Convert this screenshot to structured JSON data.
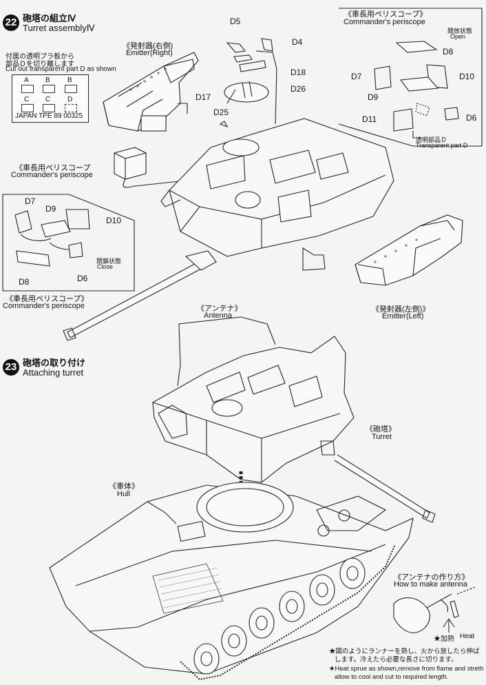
{
  "step22": {
    "number": "22",
    "title_jp": "砲塔の組立Ⅳ",
    "title_en": "Turret assemblyⅣ",
    "cut_note_jp1": "付属の透明プラ板から",
    "cut_note_jp2": "部品Ｄを切り離します",
    "cut_note_en": "Cut out transparent part D as shown",
    "sheet_cells": [
      "A",
      "B",
      "B",
      "C",
      "C",
      "D"
    ],
    "sheet_code": "JAPAN TPE 89 00325",
    "emitter_right_jp": "《発射器(右側)",
    "emitter_right_en": "Emitter(Right)",
    "cmd_periscope_jp": "《車長用ペリスコープ",
    "cmd_periscope_en": "Commander's periscope",
    "emitter_left_jp": "《発射器(左側)》",
    "emitter_left_en": "Emitter(Left)",
    "parts": {
      "d5": "D5",
      "d4": "D4",
      "d18": "D18",
      "d26": "D26",
      "d17": "D17",
      "d25": "D25"
    },
    "open_inset": {
      "title_jp": "《車長用ペリスコープ》",
      "title_en": "Commander's periscope",
      "state_jp": "開放状態",
      "state_en": "Open",
      "d8": "D8",
      "d7": "D7",
      "d10": "D10",
      "d9": "D9",
      "d11": "D11",
      "d6": "D6",
      "transparent_jp": "透明部品Ｄ",
      "transparent_en": "Transparent part D"
    },
    "close_inset": {
      "d7": "D7",
      "d9": "D9",
      "d10": "D10",
      "d8": "D8",
      "d6": "D6",
      "state_jp": "閉鎖状態",
      "state_en": "Close",
      "title_jp": "《車長用ペリスコープ》",
      "title_en": "Commander's periscope"
    }
  },
  "step23": {
    "number": "23",
    "title_jp": "砲塔の取り付け",
    "title_en": "Attaching turret",
    "antenna_jp": "《アンテナ》",
    "antenna_en": "Antenna",
    "turret_jp": "《砲塔》",
    "turret_en": "Turret",
    "hull_jp": "《車体》",
    "hull_en": "Hull",
    "make_antenna_jp": "《アンテナの作り方》",
    "make_antenna_en": "How to make antenna",
    "heat_jp": "★加熱",
    "heat_en": "Heat",
    "note_jp1": "★図のようにランナーを熱し、火から放したら伸ば",
    "note_jp2": "します。冷えたら必要な長さに切ります。",
    "note_en1": "★Heat sprue as shown,remove from flame and streth",
    "note_en2": "allow to cool and cut to required length."
  }
}
